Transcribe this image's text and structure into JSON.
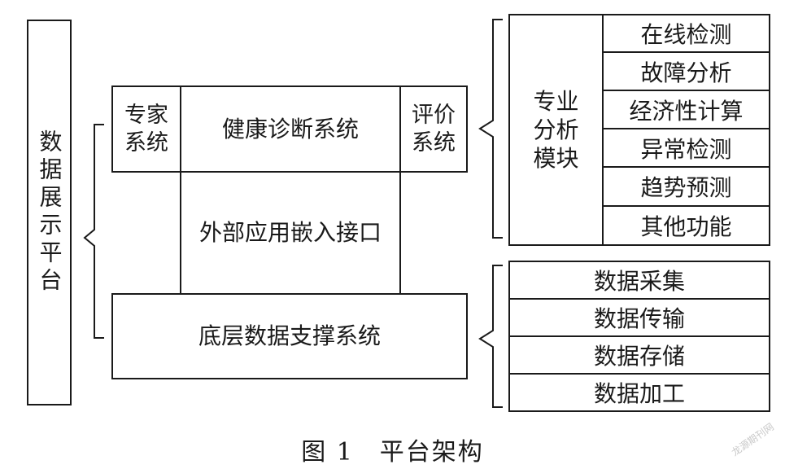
{
  "display_platform": "数据展示平台",
  "expert_system": "专家\n系统",
  "health_system": "健康诊断系统",
  "eval_system": "评价\n系统",
  "external_interface": "外部应用嵌入接口",
  "bottom_system": "底层数据支撑系统",
  "analysis_module": {
    "label": "专业\n分析\n模块",
    "items": [
      "在线检测",
      "故障分析",
      "经济性计算",
      "异常检测",
      "趋势预测",
      "其他功能"
    ]
  },
  "data_items": [
    "数据采集",
    "数据传输",
    "数据存储",
    "数据加工"
  ],
  "caption": "图 1　平台架构",
  "watermark": "龙源期刊网"
}
